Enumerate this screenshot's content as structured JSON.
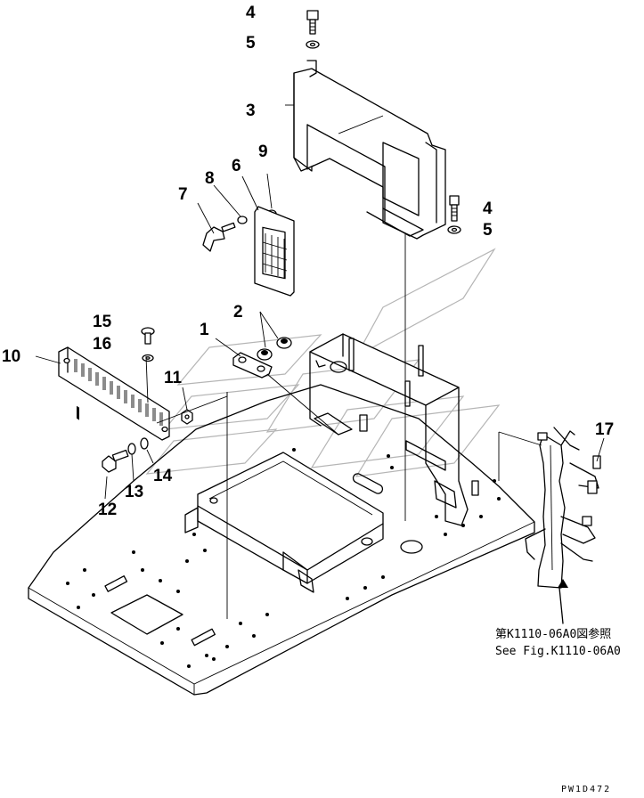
{
  "callouts": [
    {
      "id": "4a",
      "text": "4"
    },
    {
      "id": "5a",
      "text": "5"
    },
    {
      "id": "3",
      "text": "3"
    },
    {
      "id": "9",
      "text": "9"
    },
    {
      "id": "6",
      "text": "6"
    },
    {
      "id": "8",
      "text": "8"
    },
    {
      "id": "7",
      "text": "7"
    },
    {
      "id": "4b",
      "text": "4"
    },
    {
      "id": "5b",
      "text": "5"
    },
    {
      "id": "2",
      "text": "2"
    },
    {
      "id": "1",
      "text": "1"
    },
    {
      "id": "15",
      "text": "15"
    },
    {
      "id": "16",
      "text": "16"
    },
    {
      "id": "10",
      "text": "10"
    },
    {
      "id": "11",
      "text": "11"
    },
    {
      "id": "17",
      "text": "17"
    },
    {
      "id": "12",
      "text": "12"
    },
    {
      "id": "13",
      "text": "13"
    },
    {
      "id": "14",
      "text": "14"
    }
  ],
  "reference_note": {
    "line1": "第K1110-06A0図参照",
    "line2": "See Fig.K1110-06A0"
  },
  "drawing_code": "PW1D472"
}
